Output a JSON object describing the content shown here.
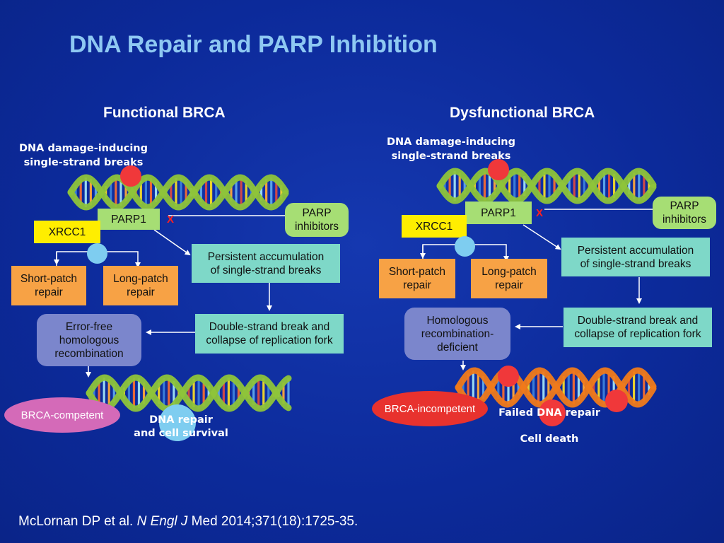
{
  "title": "DNA Repair and PARP Inhibition",
  "left": {
    "heading": "Functional BRCA",
    "damage_line1": "DNA damage-inducing",
    "damage_line2": "single-strand breaks",
    "parp1": "PARP1",
    "x_mark": "X",
    "xrcc1": "XRCC1",
    "parp_inhibitors_line1": "PARP",
    "parp_inhibitors_line2": "inhibitors",
    "persistent_line1": "Persistent accumulation",
    "persistent_line2": "of single-strand breaks",
    "short_patch_line1": "Short-patch",
    "short_patch_line2": "repair",
    "long_patch_line1": "Long-patch",
    "long_patch_line2": "repair",
    "dsb_line1": "Double-strand break and",
    "dsb_line2": "collapse of replication fork",
    "hr_line1": "Error-free",
    "hr_line2": "homologous",
    "hr_line3": "recombination",
    "brca_status": "BRCA-competent",
    "outcome_line1": "DNA repair",
    "outcome_line2": "and cell survival"
  },
  "right": {
    "heading": "Dysfunctional BRCA",
    "damage_line1": "DNA damage-inducing",
    "damage_line2": "single-strand breaks",
    "parp1": "PARP1",
    "x_mark": "X",
    "xrcc1": "XRCC1",
    "parp_inhibitors_line1": "PARP",
    "parp_inhibitors_line2": "inhibitors",
    "persistent_line1": "Persistent accumulation",
    "persistent_line2": "of single-strand breaks",
    "short_patch_line1": "Short-patch",
    "short_patch_line2": "repair",
    "long_patch_line1": "Long-patch",
    "long_patch_line2": "repair",
    "dsb_line1": "Double-strand break and",
    "dsb_line2": "collapse of replication fork",
    "hr_line1": "Homologous",
    "hr_line2": "recombination-",
    "hr_line3": "deficient",
    "brca_status": "BRCA-incompetent",
    "outcome_line1": "Failed DNA repair",
    "outcome_line2": "Cell death"
  },
  "citation": {
    "authors": "McLornan DP et al.",
    "journal": "N Engl J",
    "rest": "Med 2014;371(18):1725-35."
  },
  "colors": {
    "background": "#0c2a9a",
    "title": "#8ec8f2",
    "helix_healthy": "#8ec43a",
    "helix_damaged": "#f07a1a",
    "damage_dot": "#f0383a",
    "xrcc1_dot": "#7ecdf0"
  }
}
